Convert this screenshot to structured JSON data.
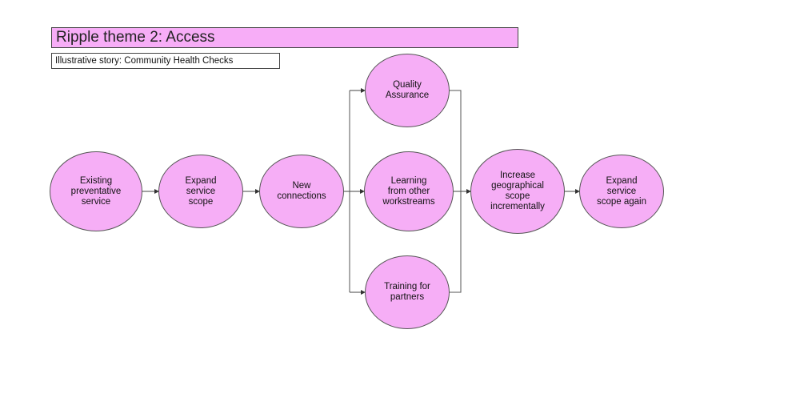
{
  "header": {
    "title": "Ripple theme 2: Access",
    "subtitle": "Illustrative story: Community Health Checks"
  },
  "nodes": {
    "existing": "Existing\npreventative\nservice",
    "expand": "Expand\nservice\nscope",
    "new_connections": "New\nconnections",
    "quality": "Quality\nAssurance",
    "learning": "Learning\nfrom other\nworkstreams",
    "training": "Training for\npartners",
    "increase": "Increase\ngeographical\nscope\nincrementally",
    "expand_again": "Expand\nservice\nscope again"
  },
  "colors": {
    "node_fill": "#f6aef6",
    "title_fill": "#f7adf7",
    "line": "#555555"
  }
}
